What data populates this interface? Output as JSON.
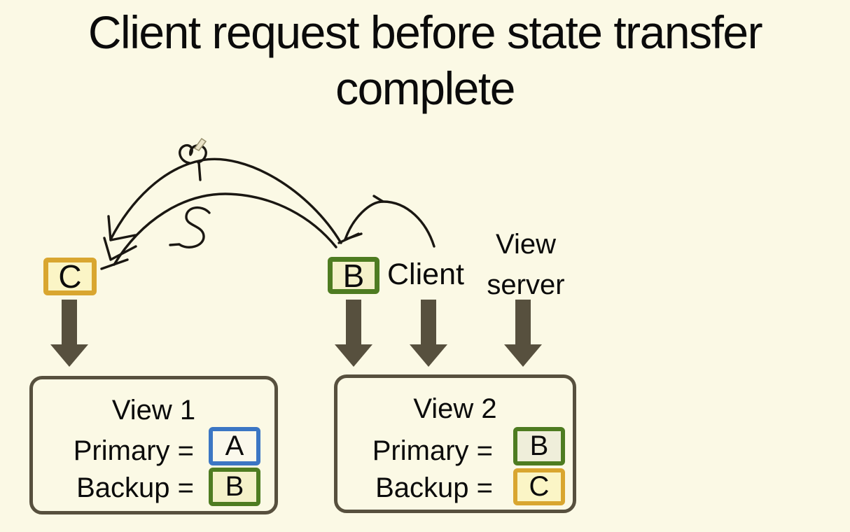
{
  "title": {
    "line1": "Client request before state transfer",
    "line2": "complete"
  },
  "nodes": {
    "c": {
      "label": "C",
      "border": "#D9A630",
      "fill": "#FBF5C6"
    },
    "b": {
      "label": "B",
      "border": "#4E7C21",
      "fill": "#F4F1C9"
    }
  },
  "labels": {
    "client": "Client",
    "view_server_line1": "View",
    "view_server_line2": "server"
  },
  "annotations": {
    "handwritten_letter": "S",
    "description": "hand-drawn double arc between C and B with arrowheads, hook arrow from Client to B, scribble with pencil cursor"
  },
  "views": [
    {
      "title": "View 1",
      "rows": [
        {
          "label": "Primary =",
          "value": "A",
          "border": "#3B76C4",
          "fill": "#FAF8EC"
        },
        {
          "label": "Backup =",
          "value": "B",
          "border": "#4E7C21",
          "fill": "#F4F1C9"
        }
      ]
    },
    {
      "title": "View 2",
      "rows": [
        {
          "label": "Primary =",
          "value": "B",
          "border": "#4E7C21",
          "fill": "#EFEEDA"
        },
        {
          "label": "Backup =",
          "value": "C",
          "border": "#D9A630",
          "fill": "#FBF5C6"
        }
      ]
    }
  ],
  "colors": {
    "bg": "#FBF9E5",
    "text": "#0B0B0B",
    "ink": "#1A1712",
    "arrow": "#57503E",
    "frame": "#57503E"
  }
}
